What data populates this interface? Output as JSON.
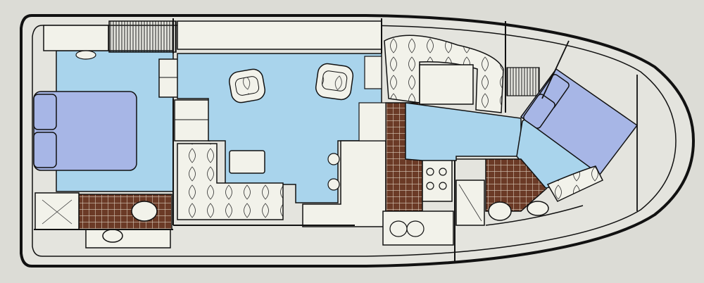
{
  "diagram": {
    "type": "boat-floor-plan",
    "orientation": "stern-left-bow-right",
    "colors": {
      "page": "#dcdcd6",
      "hull": "#e4e4de",
      "carpet": "#a9d4ec",
      "cabin_floor": "#b5d7ef",
      "bedspread": "#a7b6e6",
      "tile": "#6b3a26",
      "tile_grout": "#d8c9b8",
      "furniture": "#f2f2ea",
      "outline": "#111111"
    },
    "rooms": [
      {
        "id": "aft-stateroom",
        "has_bed": true
      },
      {
        "id": "salon",
        "has_sofa": true,
        "has_chairs": 2,
        "has_table": true
      },
      {
        "id": "galley",
        "has_stove": true,
        "has_sink": true
      },
      {
        "id": "dinette"
      },
      {
        "id": "forward-stateroom",
        "has_bed": true
      },
      {
        "id": "aft-head"
      },
      {
        "id": "forward-head"
      }
    ],
    "labels": []
  }
}
